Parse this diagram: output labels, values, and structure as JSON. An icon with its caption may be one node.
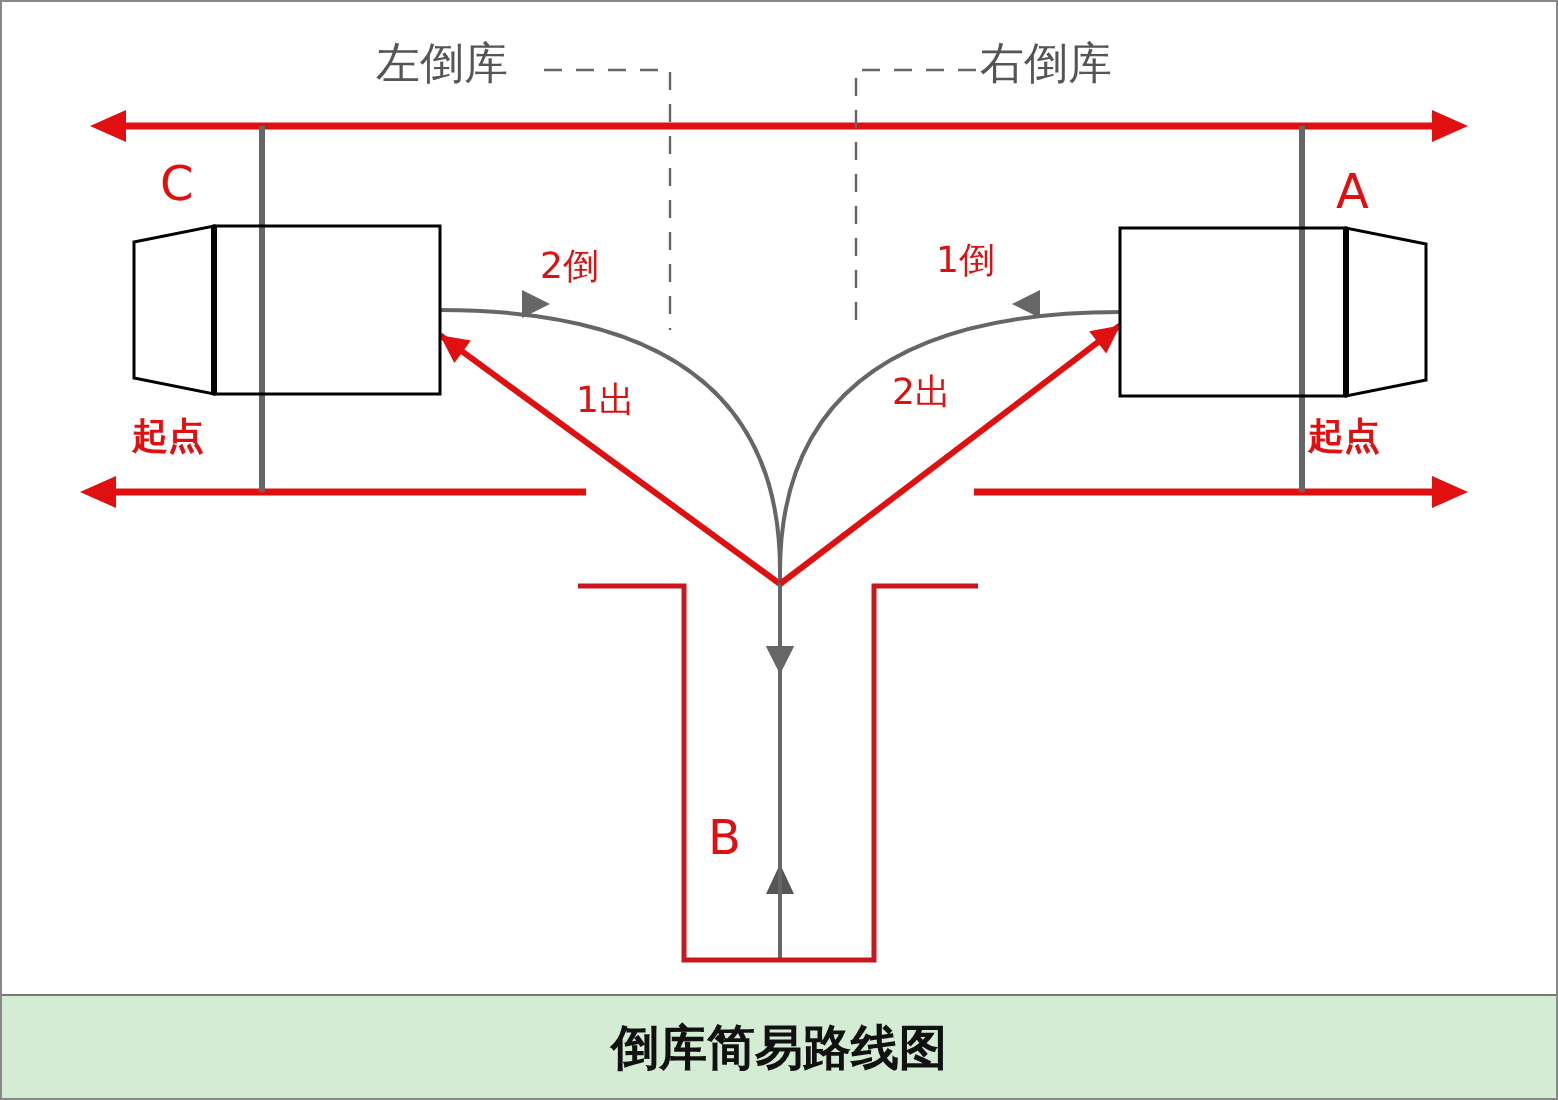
{
  "diagram": {
    "caption": "倒库简易路线图",
    "nodes": [
      {
        "text": [],
        "shape": "picture"
      },
      {
        "text": [],
        "shape": "picture"
      },
      {
        "text": [
          "B"
        ]
      }
    ],
    "edges": [
      {
        "from": 1,
        "to": 2,
        "arrow": "to",
        "label": "1倒"
      },
      {
        "from": 2,
        "to": 0,
        "arrow": "to",
        "label": "1出",
        "color": "#e01010"
      },
      {
        "from": 0,
        "to": 2,
        "arrow": "to",
        "label": "2倒"
      },
      {
        "from": 2,
        "to": 1,
        "arrow": "to",
        "label": "2出",
        "color": "#e01010"
      }
    ],
    "labels": [
      "左倒库",
      "右倒库",
      "C",
      "A",
      "起点",
      "起点"
    ]
  }
}
